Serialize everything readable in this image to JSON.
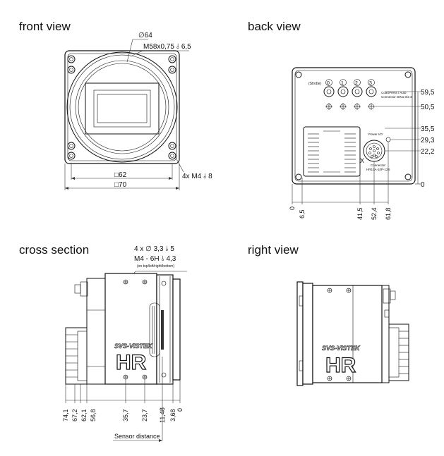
{
  "titles": {
    "front": "front view",
    "back": "back view",
    "cross": "cross section",
    "right": "right view"
  },
  "front_view": {
    "diameter": "∅64",
    "thread": "M58x0,75 ⫰ 6,5",
    "holes": "4x M4 ⫰ 8",
    "inner_width": "□62",
    "outer_width": "□70"
  },
  "back_view": {
    "conn_label": "(Strobe)",
    "conn_numbers": [
      "0",
      "1",
      "2",
      "3"
    ],
    "conn_caption_1": "CoaXPress / Auto",
    "conn_caption_2": "Connector DIN1.0/2.3",
    "power_label": "Power I/O",
    "power_caption_1": "Connector:",
    "power_caption_2": "HR10A-10P-12S",
    "x_mark": "X",
    "right_dims": [
      "59,5",
      "50,5",
      "35,5",
      "29,3",
      "22,2",
      "0"
    ],
    "bottom_dims": [
      "0",
      "6,5",
      "41,5",
      "52,4",
      "61,8"
    ]
  },
  "cross_section": {
    "holes_line_1": "4 x ∅ 3,3 ⫰ 5",
    "holes_line_2": "M4 - 6H ⫰ 4,3",
    "holes_line_3": "(on top/left/right/bottom)",
    "bottom_dims": [
      "74,1",
      "67,2",
      "62,1",
      "56,8",
      "35,7",
      "23,7",
      "11,48",
      "3,68",
      "0"
    ],
    "sensor_label": "Sensor distance",
    "brand": "SVS-VISTEK",
    "model": "HR"
  },
  "right_view": {
    "brand": "SVS-VISTEK",
    "model": "HR"
  }
}
